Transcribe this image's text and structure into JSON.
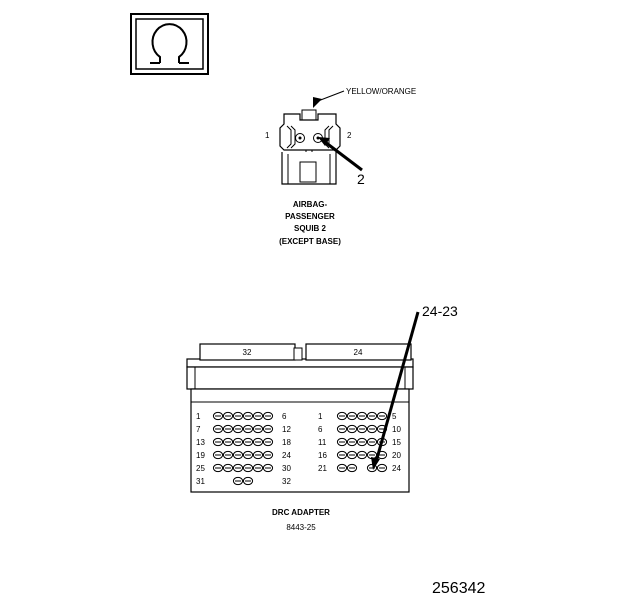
{
  "symbol": {
    "icon": "ohm-icon"
  },
  "squib_connector": {
    "wire_color": "YELLOW/ORANGE",
    "pin_left": "1",
    "pin_right": "2",
    "callout": "2",
    "caption_lines": [
      "AIRBAG-",
      "PASSENGER",
      "SQUIB 2",
      "(EXCEPT BASE)"
    ]
  },
  "drc_adapter": {
    "callout": "24-23",
    "left_block_label": "32",
    "right_block_label": "24",
    "left_rows": [
      {
        "start": "1",
        "end": "6"
      },
      {
        "start": "7",
        "end": "12"
      },
      {
        "start": "13",
        "end": "18"
      },
      {
        "start": "19",
        "end": "24"
      },
      {
        "start": "25",
        "end": "30"
      },
      {
        "start": "31",
        "end": "32"
      }
    ],
    "right_rows": [
      {
        "start": "1",
        "end": "5"
      },
      {
        "start": "6",
        "end": "10"
      },
      {
        "start": "11",
        "end": "15"
      },
      {
        "start": "16",
        "end": "20"
      },
      {
        "start": "21",
        "end": "24"
      }
    ],
    "caption": "DRC ADAPTER",
    "part_number": "8443-25"
  },
  "figure_number": "256342"
}
